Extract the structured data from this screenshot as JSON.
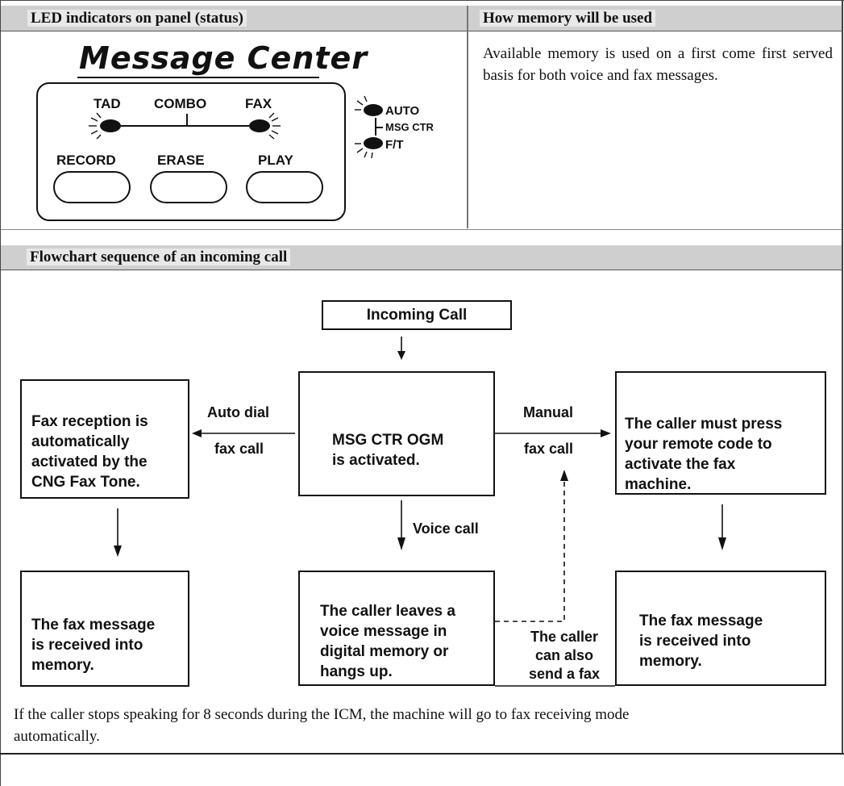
{
  "sections": {
    "led_header": "LED indicators on panel (status)",
    "memory_header": "How memory will be used",
    "flow_header": "Flowchart sequence of an incoming call"
  },
  "panel": {
    "title": "Message Center",
    "indicators": {
      "tad": "TAD",
      "combo": "COMBO",
      "fax": "FAX"
    },
    "buttons": {
      "record": "RECORD",
      "erase": "ERASE",
      "play": "PLAY"
    },
    "mode": {
      "auto": "AUTO",
      "msg_ctr": "MSG CTR",
      "ft": "F/T"
    }
  },
  "memory_text": "Available memory is used on a first come first served basis for both voice and fax messages.",
  "flowchart": {
    "incoming": "Incoming Call",
    "center": "MSG CTR OGM\nis activated.",
    "left": "Fax reception is\nautomatically\nactivated by the\nCNG Fax Tone.",
    "right": "The caller must press\nyour remote code to\nactivate the fax\nmachine.",
    "bottom_left": "The fax message\nis received into\nmemory.",
    "bottom_center": "The caller leaves a\nvoice message in\ndigital memory or\nhangs up.",
    "bottom_right": "The fax message\nis received into\nmemory.",
    "auto_dial_1": "Auto dial",
    "auto_dial_2": "fax call",
    "manual_1": "Manual",
    "manual_2": "fax call",
    "voice_call": "Voice call",
    "also_fax": "The caller\ncan also\nsend a fax"
  },
  "footer": "If the caller stops speaking for 8 seconds during the ICM, the machine will go to fax receiving mode automatically."
}
